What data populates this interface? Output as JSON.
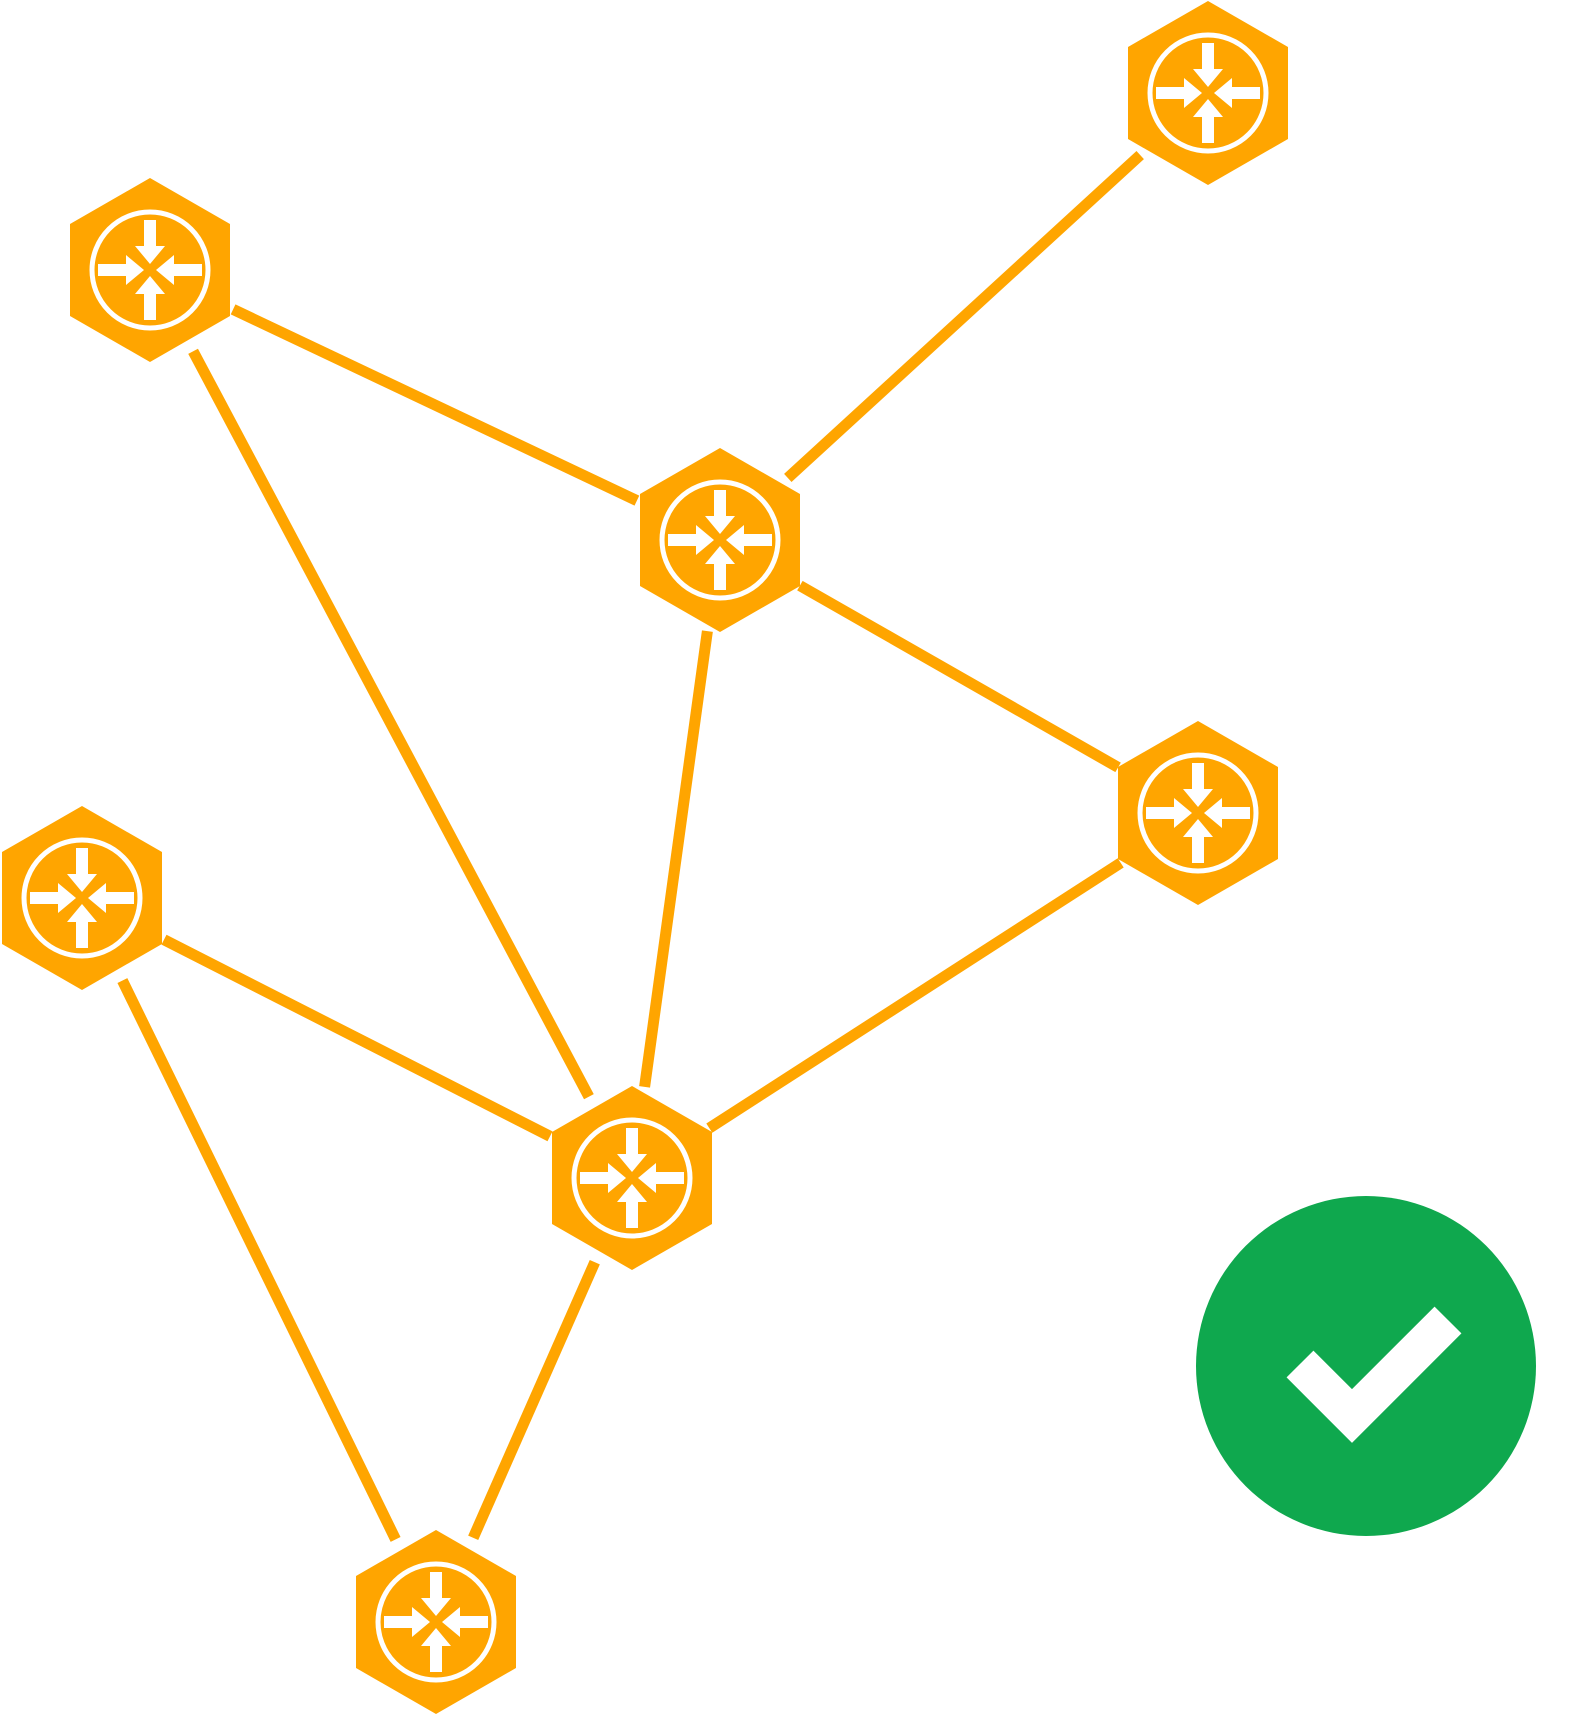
{
  "diagram": {
    "colors": {
      "link": "#FFA500",
      "node_fill": "#FFA500",
      "node_glyph": "#FFFFFF",
      "status_fill": "#0FA84E",
      "status_glyph": "#FFFFFF"
    },
    "nodes": [
      {
        "id": "router-a",
        "icon": "router-icon"
      },
      {
        "id": "router-b",
        "icon": "router-icon"
      },
      {
        "id": "router-c",
        "icon": "router-icon"
      },
      {
        "id": "router-d",
        "icon": "router-icon"
      },
      {
        "id": "router-e",
        "icon": "router-icon"
      },
      {
        "id": "router-f",
        "icon": "router-icon"
      },
      {
        "id": "router-g",
        "icon": "router-icon"
      }
    ],
    "links": [
      [
        "router-a",
        "router-c"
      ],
      [
        "router-a",
        "router-f"
      ],
      [
        "router-b",
        "router-c"
      ],
      [
        "router-c",
        "router-d"
      ],
      [
        "router-c",
        "router-f"
      ],
      [
        "router-d",
        "router-f"
      ],
      [
        "router-e",
        "router-f"
      ],
      [
        "router-e",
        "router-g"
      ],
      [
        "router-f",
        "router-g"
      ]
    ],
    "status_badge": {
      "icon": "checkmark-icon",
      "state": "ok"
    }
  }
}
